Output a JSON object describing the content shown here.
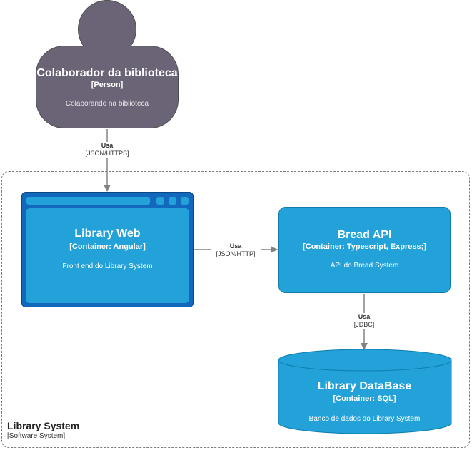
{
  "person": {
    "name": "Colaborador da biblioteca",
    "type": "[Person]",
    "description": "Colaborando na biblioteca"
  },
  "edges": {
    "person_to_web": {
      "label": "Usa",
      "tech": "[JSON/HTTPS]"
    },
    "web_to_api": {
      "label": "Usa",
      "tech": "[JSON/HTTP]"
    },
    "api_to_db": {
      "label": "Usa",
      "tech": "[JDBC]"
    }
  },
  "library_web": {
    "name": "Library Web",
    "type": "[Container: Angular]",
    "description": "Front end do Library System"
  },
  "bread_api": {
    "name": "Bread API",
    "type": "[Container: Typescript, Express;]",
    "description": "API do Bread System"
  },
  "library_db": {
    "name": "Library DataBase",
    "type": "[Container: SQL]",
    "description": "Banco de dados do Library System"
  },
  "boundary": {
    "name": "Library System",
    "type": "[Software System]"
  },
  "colors": {
    "person_fill": "#6b6477",
    "container_fill": "#23a2d9",
    "webapp_frame": "#1168bd",
    "edge": "#828282"
  }
}
